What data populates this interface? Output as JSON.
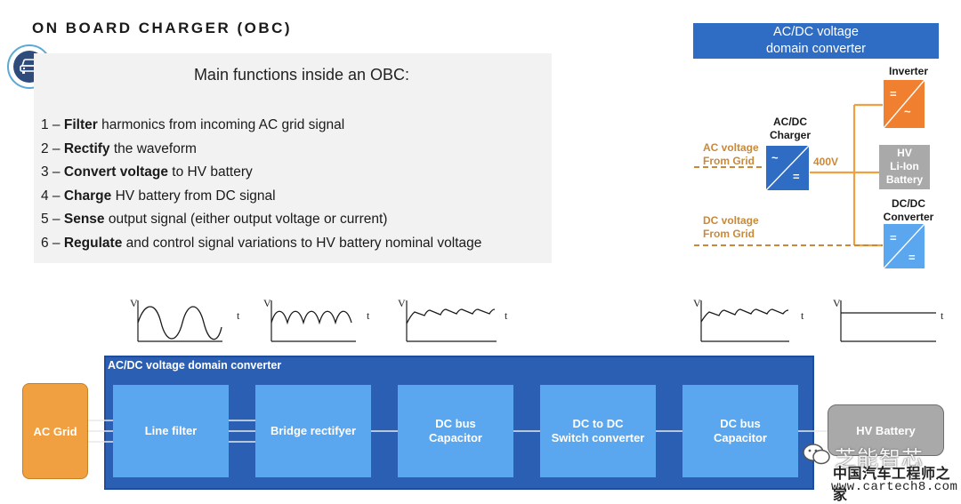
{
  "title": "ON BOARD CHARGER (OBC)",
  "car_icon": "car-icon",
  "main_functions": {
    "heading": "Main functions inside an OBC:",
    "items": [
      {
        "num": "1 – ",
        "bold": "Filter",
        "rest": " harmonics from incoming AC grid signal"
      },
      {
        "num": "2 – ",
        "bold": "Rectify",
        "rest": " the waveform"
      },
      {
        "num": "3 – ",
        "bold": "Convert voltage",
        "rest": " to HV battery"
      },
      {
        "num": "4 – ",
        "bold": "Charge",
        "rest": " HV battery from DC signal"
      },
      {
        "num": "5 – ",
        "bold": "Sense",
        "rest": " output signal (either output voltage or current)"
      },
      {
        "num": "6 – ",
        "bold": "Regulate",
        "rest": " and control signal variations to HV battery nominal voltage"
      }
    ]
  },
  "system_diagram": {
    "header_line1": "AC/DC voltage",
    "header_line2": "domain converter",
    "inverter": "Inverter",
    "acdc_charger_line1": "AC/DC",
    "acdc_charger_line2": "Charger",
    "ac_voltage_line1": "AC voltage",
    "ac_voltage_line2": "From Grid",
    "dc_voltage_line1": "DC voltage",
    "dc_voltage_line2": "From Grid",
    "bus_voltage": "400V",
    "battery_line1": "HV",
    "battery_line2": "Li-Ion",
    "battery_line3": "Battery",
    "dcdc_line1": "DC/DC",
    "dcdc_line2": "Converter",
    "sym_tilde": "~",
    "sym_equal": "=",
    "colors": {
      "blue": "#2f6cc4",
      "orange": "#f08030",
      "light_blue": "#5aa6ef",
      "gray": "#a9a9a9",
      "wire": "#f0a040"
    }
  },
  "waveforms": {
    "v": "V",
    "t": "t"
  },
  "block_diagram": {
    "frame_title": "AC/DC voltage domain converter",
    "ac_grid": "AC Grid",
    "hv_battery": "HV Battery",
    "stages": [
      {
        "line1": "Line filter",
        "line2": ""
      },
      {
        "line1": "Bridge rectifyer",
        "line2": ""
      },
      {
        "line1": "DC bus",
        "line2": "Capacitor"
      },
      {
        "line1": "DC to DC",
        "line2": "Switch converter"
      },
      {
        "line1": "DC bus",
        "line2": "Capacitor"
      }
    ]
  },
  "watermark": {
    "line1": "芝能智芯",
    "line2": "中国汽车工程师之家",
    "line3": "www.cartech8.com",
    "icon": "wechat-icon"
  }
}
